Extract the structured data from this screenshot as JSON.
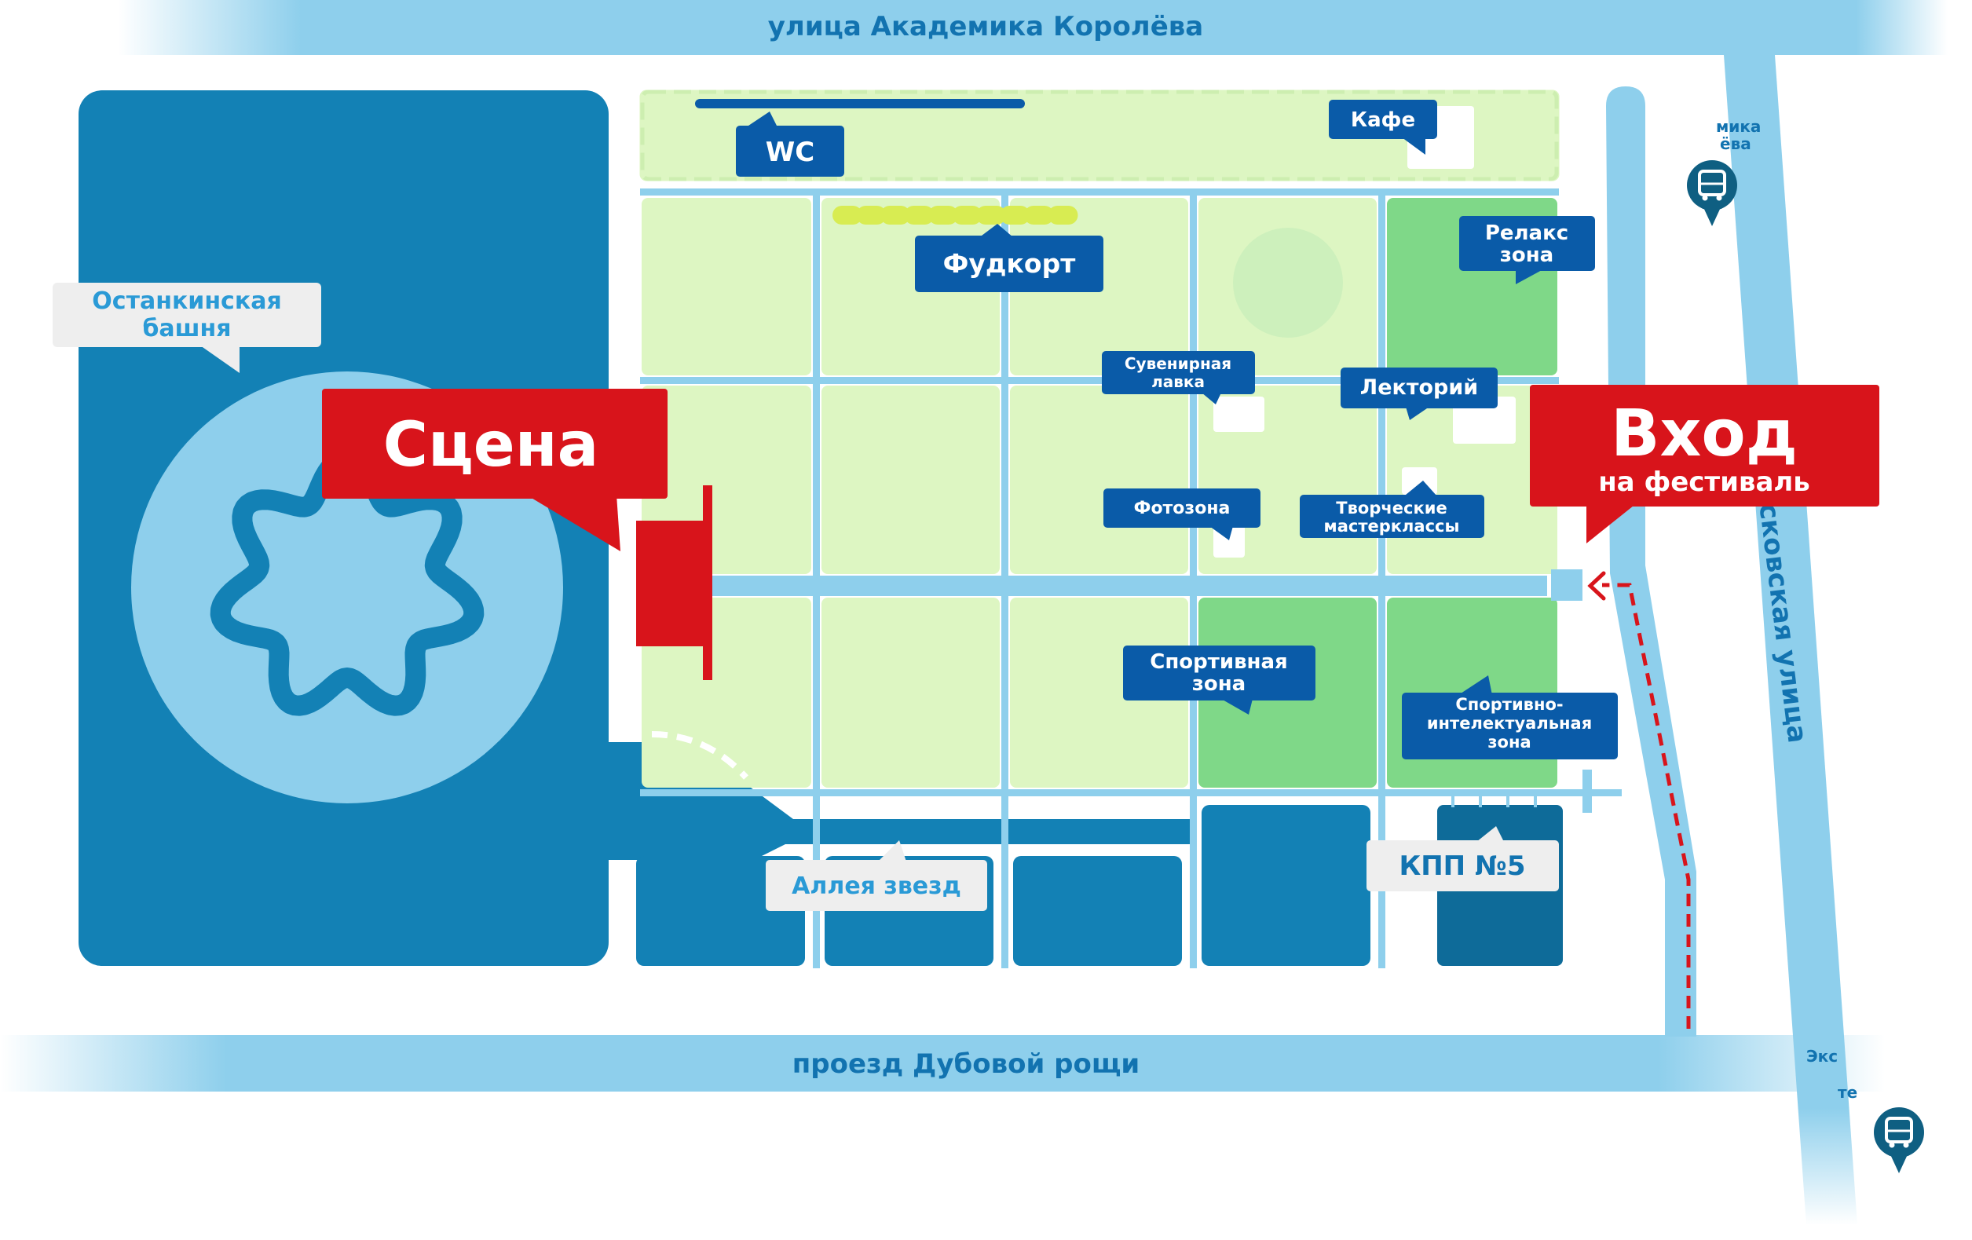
{
  "roads": {
    "top": "улица Академика Королёва",
    "bottom": "проезд Дубовой рощи",
    "right": "Новомосковская улица",
    "cut_top_right": "мика\nёва",
    "cut_bottom_right": "Экс\nте"
  },
  "labels": {
    "tower": [
      "Останкинская",
      "башня"
    ],
    "stage": "Сцена",
    "entrance_title": "Вход",
    "entrance_sub": "на фестиваль",
    "wc": "WC",
    "cafe": "Кафе",
    "foodcourt": "Фудкорт",
    "relax": [
      "Релакс",
      "зона"
    ],
    "souvenir": [
      "Сувенирная",
      "лавка"
    ],
    "lectory": "Лекторий",
    "photozone": "Фотозона",
    "workshops": [
      "Творческие",
      "мастерклассы"
    ],
    "sport": [
      "Спортивная",
      "зона"
    ],
    "sport_intel": [
      "Спортивно-",
      "интелектуальная",
      "зона"
    ],
    "alley": "Аллея звезд",
    "checkpoint": "КПП №5"
  },
  "icons": [
    "bus-stop-icon",
    "bus-stop-icon",
    "tower-star-icon",
    "entrance-arrow-icon"
  ],
  "colors": {
    "dark_blue": "#1381b5",
    "label_blue": "#0a5ba8",
    "light_blue": "#8ecfec",
    "light_green": "#ddf6c2",
    "mid_green": "#7fd888",
    "red": "#d8141b",
    "grey_label": "#eeeeee",
    "yellow_green": "#d8ec52",
    "kpp_block": "#0e6b99",
    "bus_icon": "#0f5f82"
  }
}
